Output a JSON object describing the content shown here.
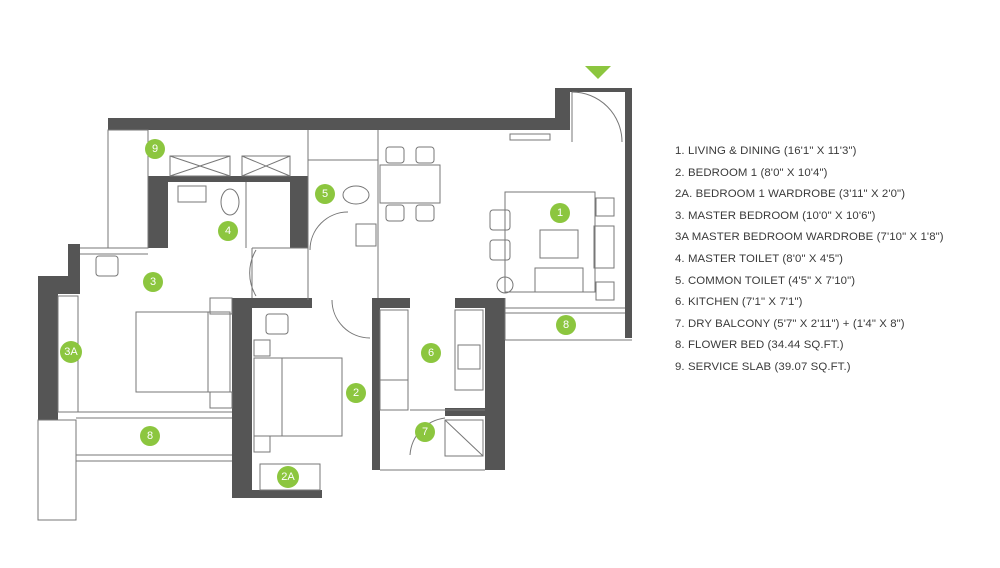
{
  "plan": {
    "accent_color": "#8cc63f",
    "wall_color": "#555555",
    "line_color": "#6e6e6e",
    "badges": [
      {
        "id": "badge-1",
        "label": "1"
      },
      {
        "id": "badge-2",
        "label": "2"
      },
      {
        "id": "badge-2a",
        "label": "2A"
      },
      {
        "id": "badge-3",
        "label": "3"
      },
      {
        "id": "badge-3a",
        "label": "3A"
      },
      {
        "id": "badge-4",
        "label": "4"
      },
      {
        "id": "badge-5",
        "label": "5"
      },
      {
        "id": "badge-6",
        "label": "6"
      },
      {
        "id": "badge-7",
        "label": "7"
      },
      {
        "id": "badge-8a",
        "label": "8"
      },
      {
        "id": "badge-8b",
        "label": "8"
      },
      {
        "id": "badge-9",
        "label": "9"
      }
    ]
  },
  "legend": [
    "1. LIVING & DINING (16'1\" X 11'3\")",
    "2. BEDROOM 1 (8'0\" X 10'4\")",
    "2A. BEDROOM 1 WARDROBE (3'11\" X 2'0\")",
    "3. MASTER BEDROOM (10'0\" X 10'6\")",
    "3A MASTER BEDROOM WARDROBE (7'10\" X 1'8\")",
    "4. MASTER TOILET (8'0\" X 4'5\")",
    "5. COMMON TOILET (4'5\" X 7'10\")",
    "6. KITCHEN (7'1\" X 7'1\")",
    "7. DRY BALCONY (5'7\" X 2'11\") + (1'4\" X 8\")",
    "8. FLOWER BED (34.44 SQ.FT.)",
    "9. SERVICE SLAB (39.07 SQ.FT.)"
  ]
}
